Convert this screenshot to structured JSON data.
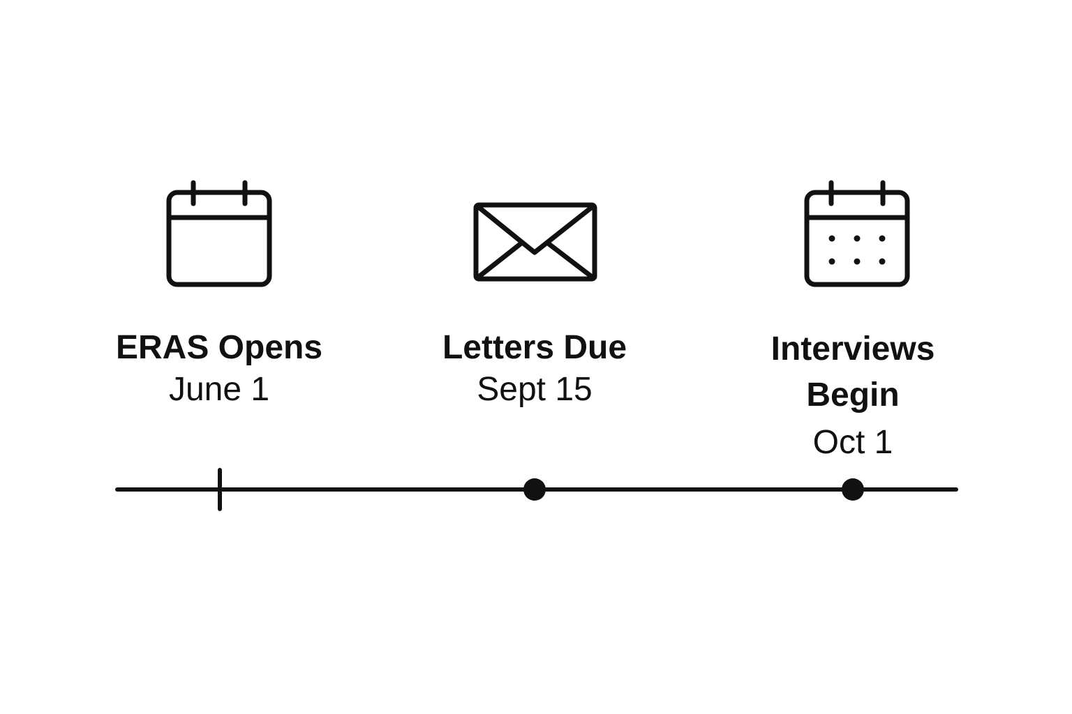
{
  "milestones": [
    {
      "title": "ERAS Opens",
      "date": "June 1",
      "icon": "calendar-icon",
      "marker": "tick"
    },
    {
      "title": "Letters Due",
      "date": "Sept 15",
      "icon": "envelope-icon",
      "marker": "dot"
    },
    {
      "title": "Interviews Begin",
      "date": "Oct 1",
      "icon": "calendar-dots-icon",
      "marker": "dot"
    }
  ],
  "colors": {
    "stroke": "#111111",
    "background": "#ffffff"
  }
}
